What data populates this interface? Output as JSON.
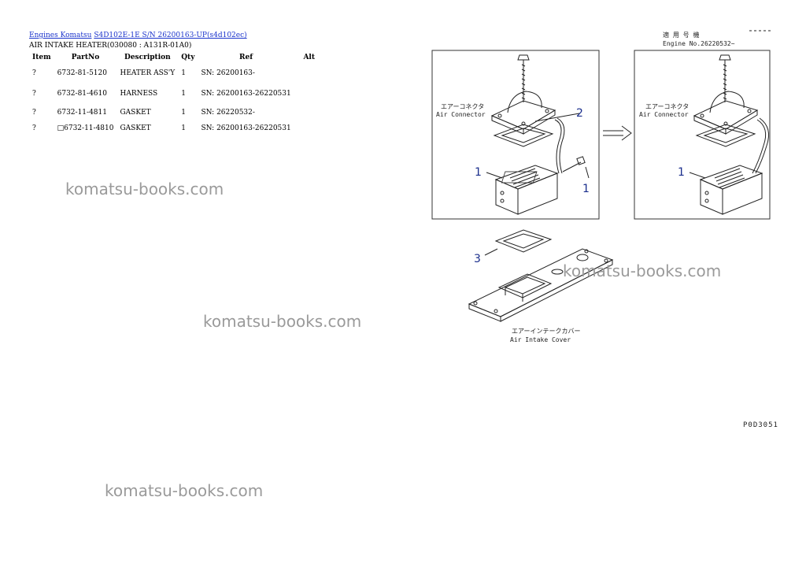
{
  "breadcrumb": {
    "link1": "Engines Komatsu",
    "link2": "S4D102E-1E S/N 26200163-UP(s4d102ec)"
  },
  "page_title": "AIR INTAKE HEATER(030080 : A131R-01A0)",
  "table": {
    "headers": [
      "Item",
      "PartNo",
      "Description",
      "Qty",
      "Ref",
      "Alt"
    ],
    "rows": [
      {
        "item": "?",
        "partno": "6732-81-5120",
        "description": "HEATER ASS'Y",
        "qty": "1",
        "ref": "SN: 26200163-",
        "alt": ""
      },
      {
        "item": "?",
        "partno": "6732-81-4610",
        "description": "HARNESS",
        "qty": "1",
        "ref": "SN: 26200163-26220531",
        "alt": ""
      },
      {
        "item": "?",
        "partno": "6732-11-4811",
        "description": "GASKET",
        "qty": "1",
        "ref": "SN: 26220532-",
        "alt": ""
      },
      {
        "item": "?",
        "partno": "□6732-11-4810",
        "description": "GASKET",
        "qty": "1",
        "ref": "SN: 26200163-26220531",
        "alt": ""
      }
    ]
  },
  "watermarks": [
    "komatsu-books.com",
    "komatsu-books.com",
    "komatsu-books.com",
    "komatsu-books.com"
  ],
  "diagram": {
    "applicable_label_jp": "適 用 号 機",
    "engine_no_label": "Engine No.26220532~",
    "air_connector_jp_left": "エアーコネクタ",
    "air_connector_en_left": "Air Connector",
    "air_connector_jp_right": "エアーコネクタ",
    "air_connector_en_right": "Air Connector",
    "air_intake_cover_jp": "エアーインテークカバー",
    "air_intake_cover_en": "Air Intake Cover",
    "callouts": [
      "1",
      "2",
      "1",
      "1",
      "3"
    ],
    "drawing_code": "P0D3051"
  }
}
